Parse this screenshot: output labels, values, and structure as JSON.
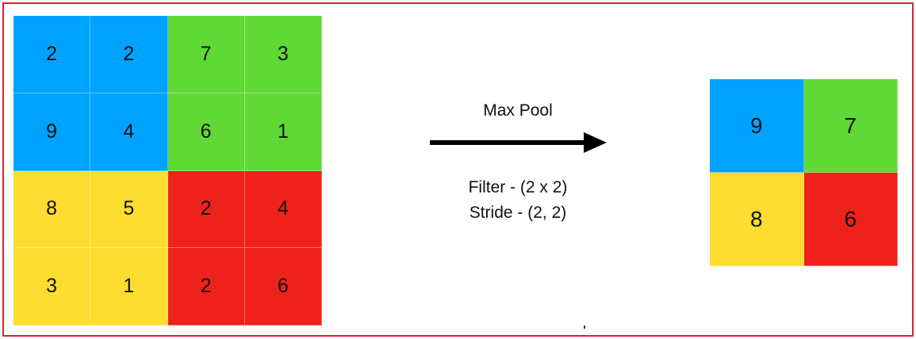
{
  "colors": {
    "blue": "#00a2ff",
    "green": "#60d836",
    "yellow": "#fedd30",
    "red": "#ee221b",
    "frame": "#d9232f",
    "arrow": "#000000"
  },
  "input_matrix": {
    "rows": [
      [
        {
          "v": "2",
          "c": "blue"
        },
        {
          "v": "2",
          "c": "blue"
        },
        {
          "v": "7",
          "c": "green"
        },
        {
          "v": "3",
          "c": "green"
        }
      ],
      [
        {
          "v": "9",
          "c": "blue"
        },
        {
          "v": "4",
          "c": "blue"
        },
        {
          "v": "6",
          "c": "green"
        },
        {
          "v": "1",
          "c": "green"
        }
      ],
      [
        {
          "v": "8",
          "c": "yellow"
        },
        {
          "v": "5",
          "c": "yellow"
        },
        {
          "v": "2",
          "c": "red"
        },
        {
          "v": "4",
          "c": "red"
        }
      ],
      [
        {
          "v": "3",
          "c": "yellow"
        },
        {
          "v": "1",
          "c": "yellow"
        },
        {
          "v": "2",
          "c": "red"
        },
        {
          "v": "6",
          "c": "red"
        }
      ]
    ]
  },
  "output_matrix": {
    "rows": [
      [
        {
          "v": "9",
          "c": "blue"
        },
        {
          "v": "7",
          "c": "green"
        }
      ],
      [
        {
          "v": "8",
          "c": "yellow"
        },
        {
          "v": "6",
          "c": "red"
        }
      ]
    ]
  },
  "operation": {
    "title": "Max Pool",
    "filter": "Filter - (2 x 2)",
    "stride": "Stride - (2, 2)"
  },
  "arrow_icon": "right-arrow-icon"
}
